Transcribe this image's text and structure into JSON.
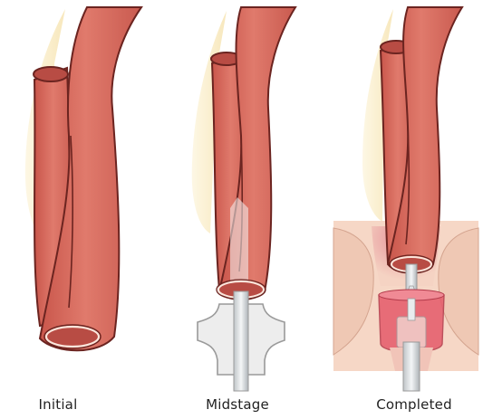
{
  "stages": [
    {
      "key": "initial",
      "label": "Initial"
    },
    {
      "key": "midstage",
      "label": "Midstage"
    },
    {
      "key": "completed",
      "label": "Completed"
    }
  ],
  "colors": {
    "bowel": "#d8685c",
    "bowel_outline": "#6b2420",
    "bowel_lumen": "#b84c44",
    "mesentery": "#fbf0cf",
    "tissue": "#f6d7c6",
    "tissue_deep": "#e99aa2",
    "stapler": "#ededed",
    "stapler_outline": "#9a9a9a",
    "anvil_shaft": "#cfd3d6"
  }
}
